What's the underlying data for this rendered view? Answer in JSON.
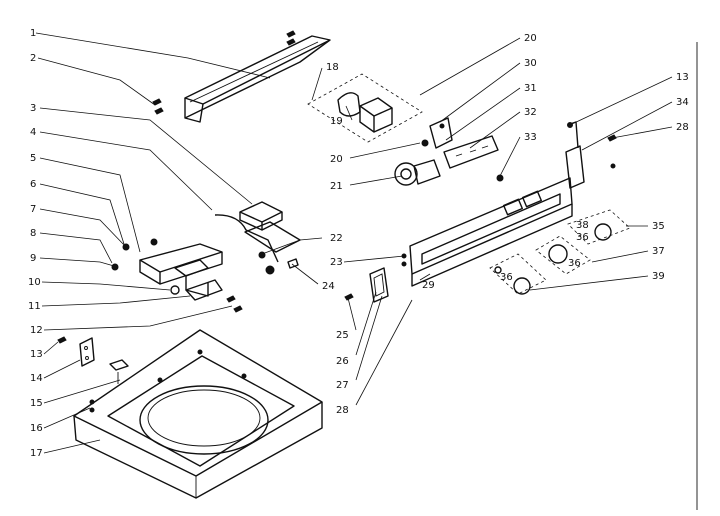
{
  "callouts": [
    {
      "key": "c1",
      "text": "1"
    },
    {
      "key": "c2",
      "text": "2"
    },
    {
      "key": "c3",
      "text": "3"
    },
    {
      "key": "c4",
      "text": "4"
    },
    {
      "key": "c5",
      "text": "5"
    },
    {
      "key": "c6",
      "text": "6"
    },
    {
      "key": "c7",
      "text": "7"
    },
    {
      "key": "c8",
      "text": "8"
    },
    {
      "key": "c9",
      "text": "9"
    },
    {
      "key": "c10",
      "text": "10"
    },
    {
      "key": "c11",
      "text": "11"
    },
    {
      "key": "c12",
      "text": "12"
    },
    {
      "key": "c13a",
      "text": "13"
    },
    {
      "key": "c14",
      "text": "14"
    },
    {
      "key": "c15",
      "text": "15"
    },
    {
      "key": "c16",
      "text": "16"
    },
    {
      "key": "c17",
      "text": "17"
    },
    {
      "key": "c18",
      "text": "18"
    },
    {
      "key": "c19",
      "text": "19"
    },
    {
      "key": "c20a",
      "text": "20"
    },
    {
      "key": "c20b",
      "text": "20"
    },
    {
      "key": "c21",
      "text": "21"
    },
    {
      "key": "c22",
      "text": "22"
    },
    {
      "key": "c23",
      "text": "23"
    },
    {
      "key": "c24",
      "text": "24"
    },
    {
      "key": "c25",
      "text": "25"
    },
    {
      "key": "c26",
      "text": "26"
    },
    {
      "key": "c27",
      "text": "27"
    },
    {
      "key": "c28a",
      "text": "28"
    },
    {
      "key": "c28b",
      "text": "28"
    },
    {
      "key": "c29",
      "text": "29"
    },
    {
      "key": "c30",
      "text": "30"
    },
    {
      "key": "c31",
      "text": "31"
    },
    {
      "key": "c32",
      "text": "32"
    },
    {
      "key": "c33",
      "text": "33"
    },
    {
      "key": "c13b",
      "text": "13"
    },
    {
      "key": "c34",
      "text": "34"
    },
    {
      "key": "c35",
      "text": "35"
    },
    {
      "key": "c36a",
      "text": "36"
    },
    {
      "key": "c36b",
      "text": "36"
    },
    {
      "key": "c36c",
      "text": "36"
    },
    {
      "key": "c37",
      "text": "37"
    },
    {
      "key": "c38",
      "text": "38"
    },
    {
      "key": "c39",
      "text": "39"
    }
  ]
}
